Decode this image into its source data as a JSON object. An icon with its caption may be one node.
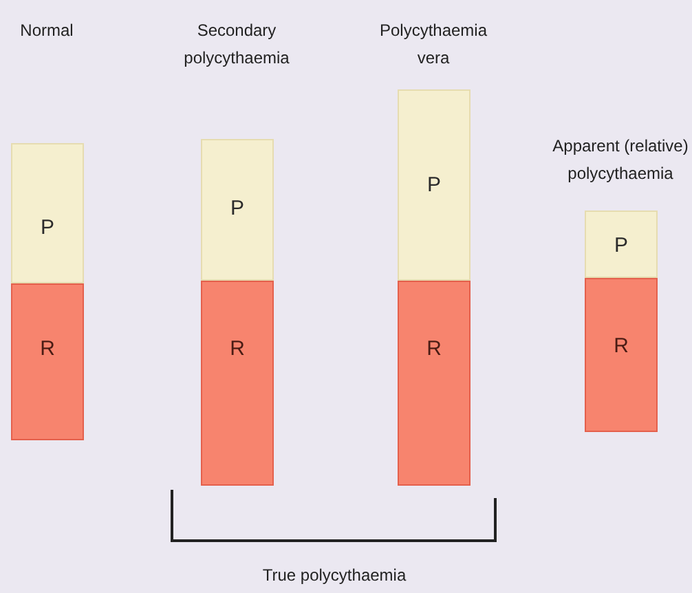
{
  "diagram": {
    "nodes": [
      {
        "text": [
          "P"
        ]
      },
      {
        "text": [
          "R"
        ]
      },
      {
        "text": [
          "P"
        ]
      },
      {
        "text": [
          "R"
        ]
      },
      {
        "text": [
          "P"
        ]
      },
      {
        "text": [
          "R"
        ]
      },
      {
        "text": [
          "P"
        ]
      },
      {
        "text": [
          "R"
        ]
      }
    ],
    "labels": [
      "Normal",
      "Secondary polycythaemia",
      "Polycythaemia vera",
      "Apparent (relative) polycythaemia",
      "True polycythaemia"
    ]
  }
}
